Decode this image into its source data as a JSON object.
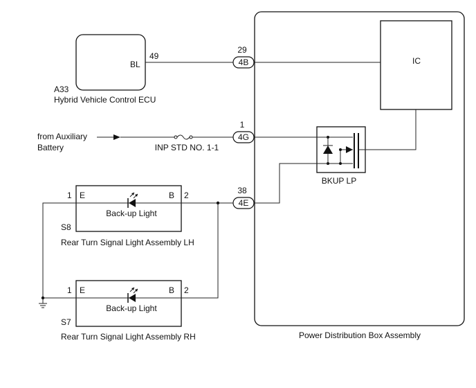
{
  "ecu": {
    "code": "A33",
    "name": "Hybrid Vehicle Control ECU",
    "terminal_label": "BL",
    "terminal_number": "49"
  },
  "power_box": {
    "name": "Power Distribution Box Assembly",
    "ic_label": "IC",
    "relay_label": "BKUP LP",
    "connectors": [
      {
        "pin": "29",
        "code": "4B"
      },
      {
        "pin": "1",
        "code": "4G"
      },
      {
        "pin": "38",
        "code": "4E"
      }
    ]
  },
  "battery": {
    "line1": "from Auxiliary",
    "line2": "Battery",
    "fuse": "INP STD NO. 1-1"
  },
  "lights": [
    {
      "code": "S8",
      "name": "Rear Turn Signal Light Assembly LH",
      "bulb": "Back-up Light",
      "left_pin": "1",
      "left_term": "E",
      "right_pin": "2",
      "right_term": "B"
    },
    {
      "code": "S7",
      "name": "Rear Turn Signal Light Assembly RH",
      "bulb": "Back-up Light",
      "left_pin": "1",
      "left_term": "E",
      "right_pin": "2",
      "right_term": "B"
    }
  ]
}
